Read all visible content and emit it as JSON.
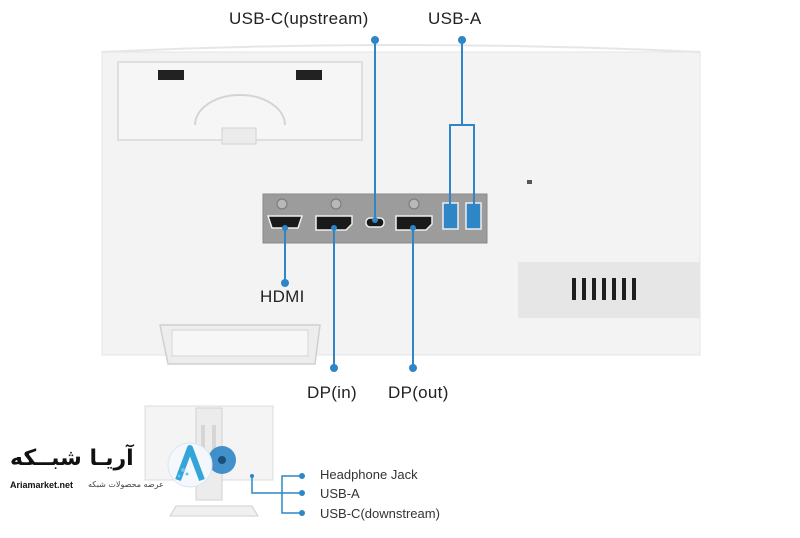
{
  "callouts": {
    "usb_c_upstream": "USB-C(upstream)",
    "usb_a_top": "USB-A",
    "hdmi": "HDMI",
    "dp_in": "DP(in)",
    "dp_out": "DP(out)"
  },
  "side_callouts": {
    "headphone": "Headphone Jack",
    "usb_a": "USB-A",
    "usb_c_down": "USB-C(downstream)"
  },
  "brand": {
    "name_fa": "آریـا شبــکه",
    "url": "Ariamarket.net",
    "tagline_fa": "عرضه محصولات شبکه"
  },
  "colors": {
    "accent": "#2f86c6",
    "monitor": "#f2f2f2",
    "port_panel": "#9a9a9a"
  }
}
